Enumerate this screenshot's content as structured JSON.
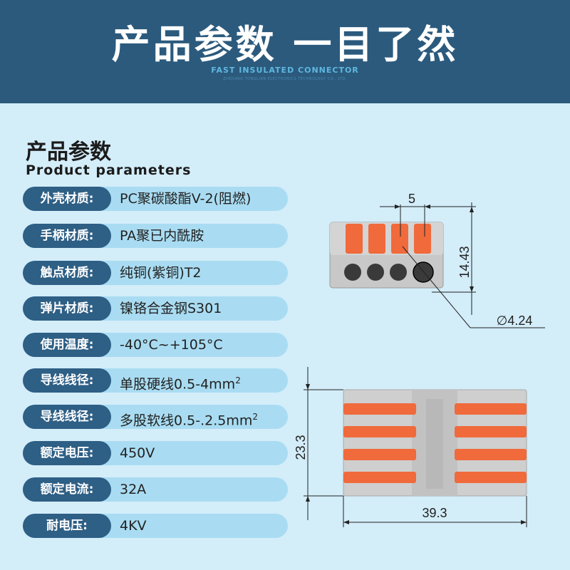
{
  "header": {
    "title": "产品参数 一目了然",
    "subtitle": "FAST INSULATED CONNECTOR",
    "company": "ZHEJIANG TONGLIAN ELECTRONICS TECHNOLOGY CO., LTD."
  },
  "section": {
    "title": "产品参数",
    "subtitle": "Product parameters"
  },
  "params": [
    {
      "label": "外壳材质:",
      "value": "PC聚碳酸酯V-2(阻燃)"
    },
    {
      "label": "手柄材质:",
      "value": "PA聚已内酰胺"
    },
    {
      "label": "触点材质:",
      "value": "纯铜(紫铜)T2"
    },
    {
      "label": "弹片材质:",
      "value": "镍铬合金钢S301"
    },
    {
      "label": "使用温度:",
      "value": "-40°C~+105°C"
    },
    {
      "label": "导线线径:",
      "value": "单股硬线0.5-4mm",
      "sup": "2"
    },
    {
      "label": "导线线径:",
      "value": "多股软线0.5-.2.5mm",
      "sup": "2"
    },
    {
      "label": "额定电压:",
      "value": "450V"
    },
    {
      "label": "额定电流:",
      "value": "32A"
    },
    {
      "label": "耐电压:",
      "value": "4KV"
    }
  ],
  "dimensions": {
    "pitch": "5",
    "height": "14.43",
    "hole_diameter": "∅4.24",
    "width": "39.3",
    "depth": "23.3"
  },
  "colors": {
    "header_bg": "#2b5a7d",
    "label_bg": "#2e5f85",
    "row_bg": "#a9dcf2",
    "page_bg": "#d3edf9",
    "orange": "#f06a3c",
    "housing_gray": "#c8c8c8"
  }
}
